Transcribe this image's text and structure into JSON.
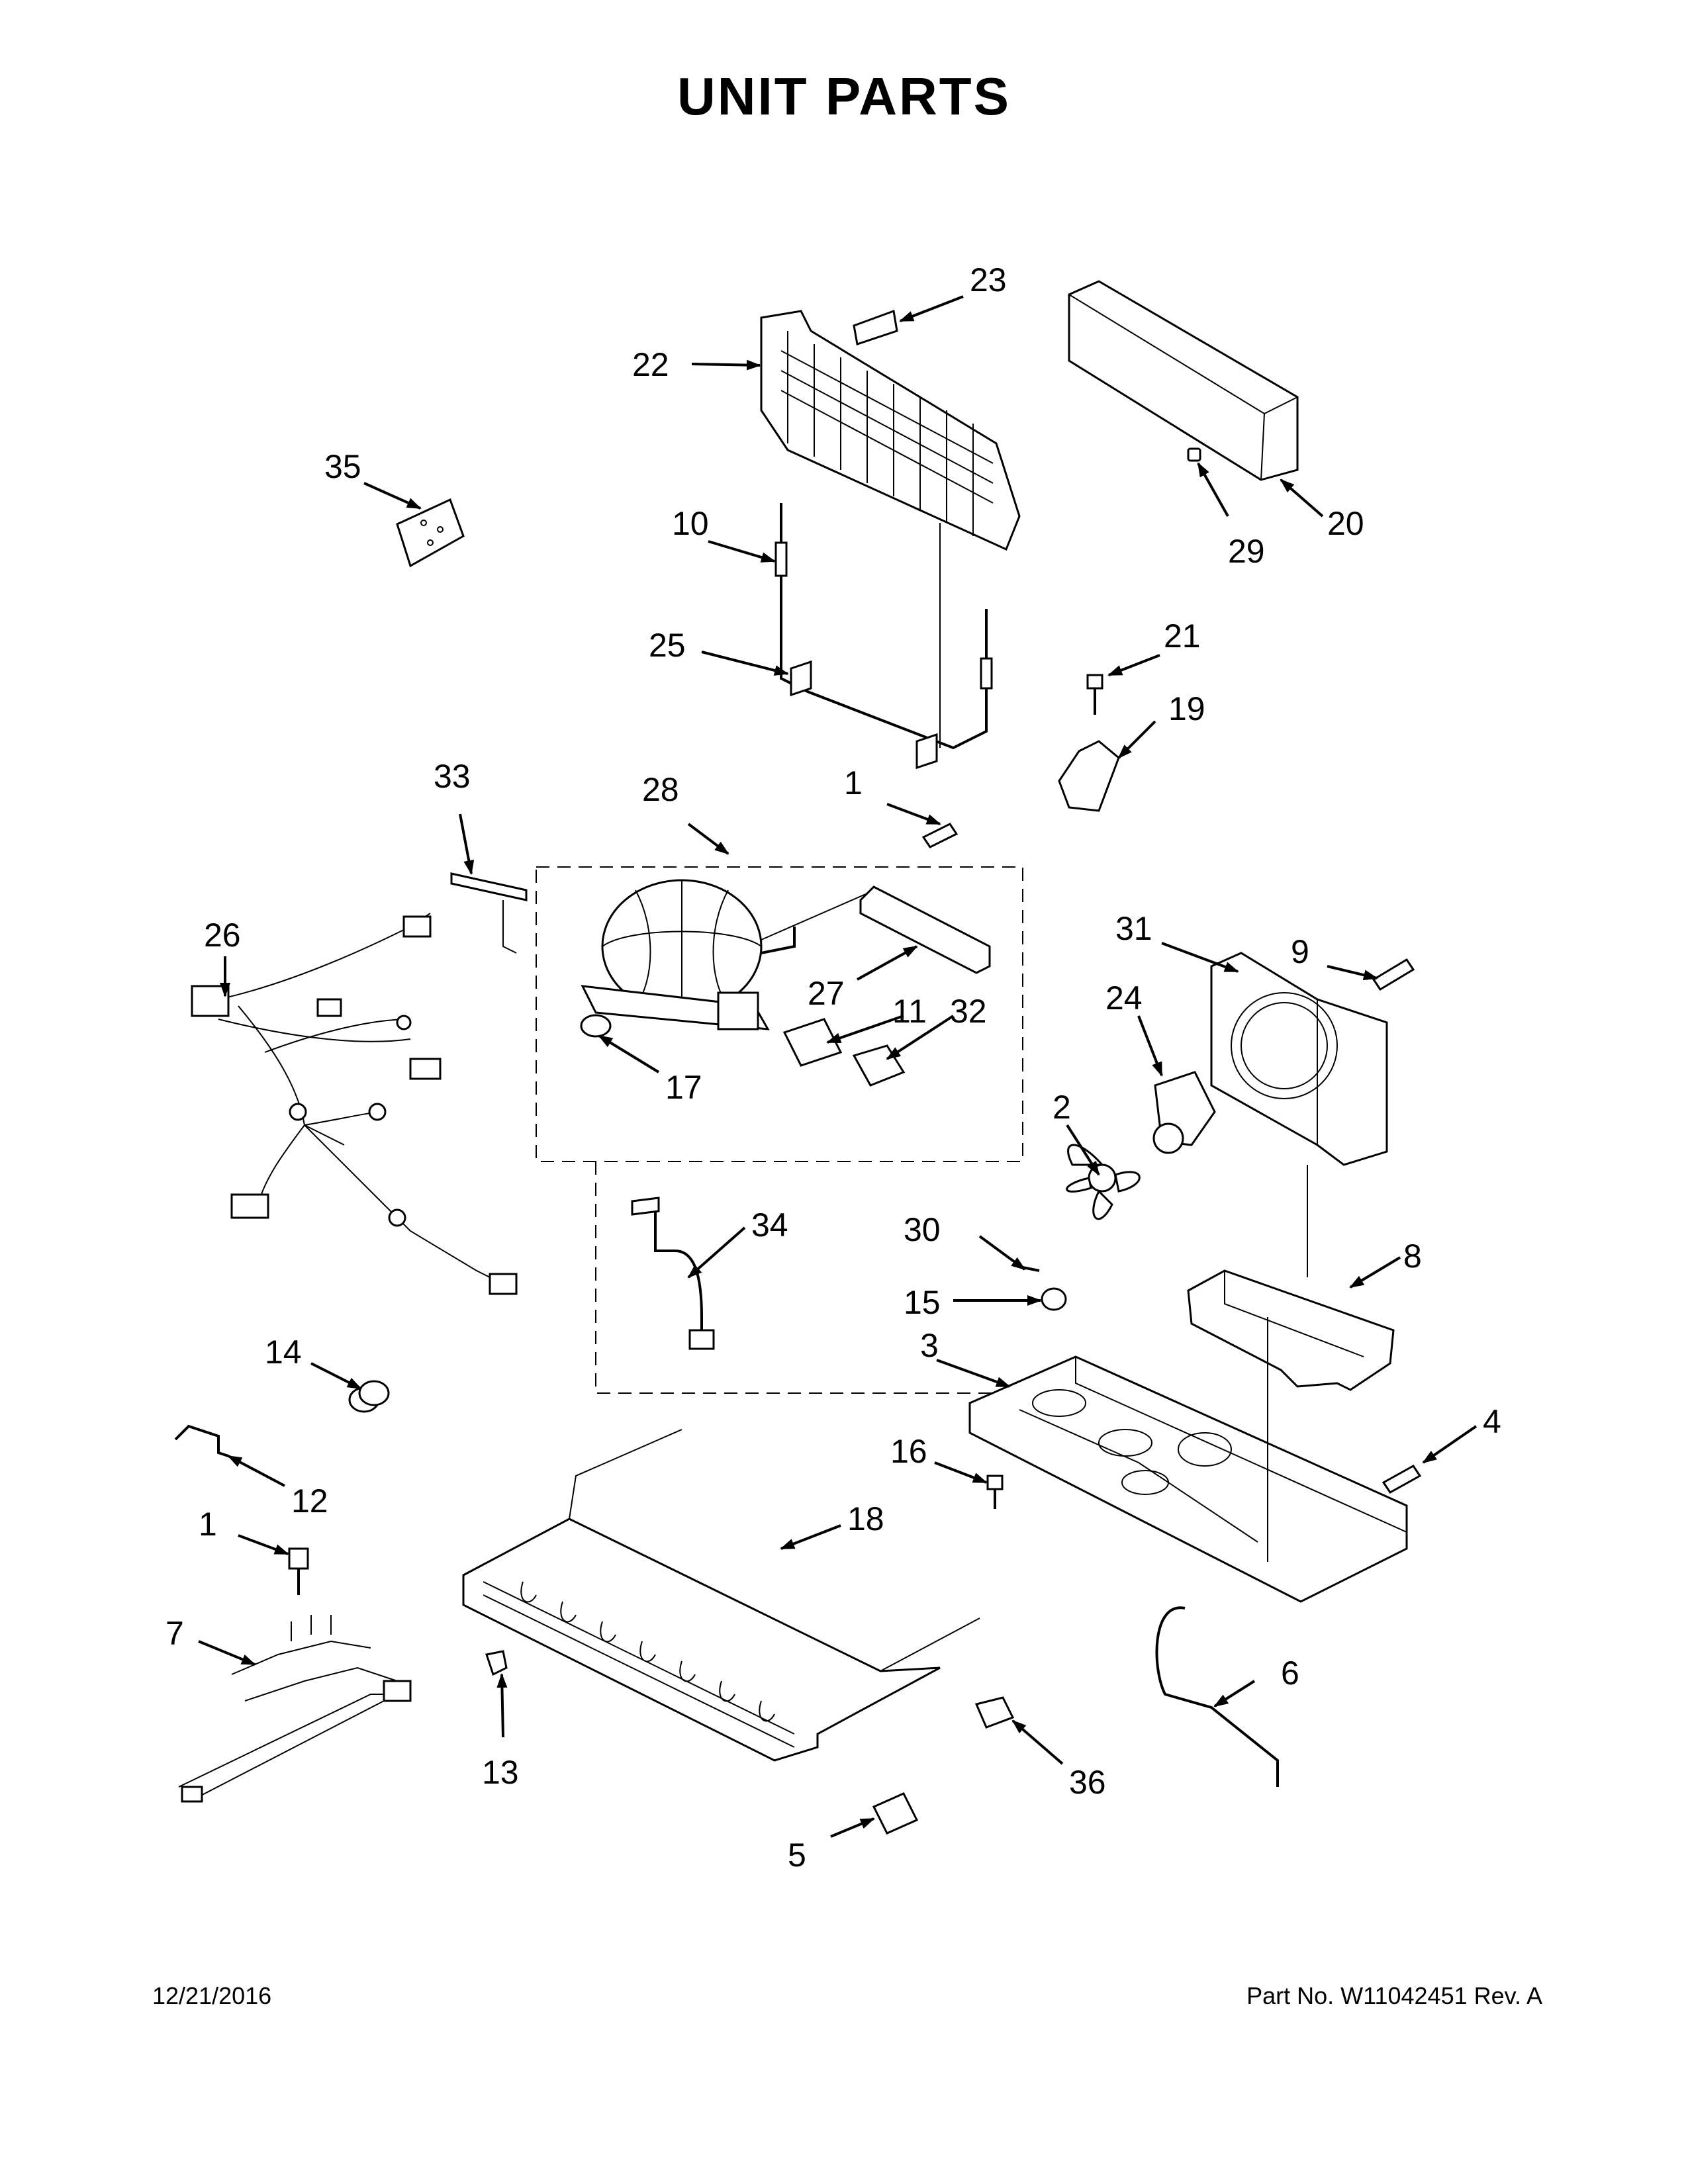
{
  "title": "UNIT PARTS",
  "footer": {
    "date": "12/21/2016",
    "part_number": "Part No.  W11042451   Rev.  A"
  },
  "callouts": {
    "c1a": "1",
    "c1b": "1",
    "c2": "2",
    "c3": "3",
    "c4": "4",
    "c5": "5",
    "c6": "6",
    "c7": "7",
    "c8": "8",
    "c9": "9",
    "c10": "10",
    "c11": "11",
    "c12": "12",
    "c13": "13",
    "c14": "14",
    "c15": "15",
    "c16": "16",
    "c17": "17",
    "c18": "18",
    "c19": "19",
    "c20": "20",
    "c21": "21",
    "c22": "22",
    "c23": "23",
    "c24": "24",
    "c25": "25",
    "c26": "26",
    "c27": "27",
    "c28": "28",
    "c29": "29",
    "c30": "30",
    "c31": "31",
    "c32": "32",
    "c33": "33",
    "c34": "34",
    "c35": "35",
    "c36": "36"
  }
}
